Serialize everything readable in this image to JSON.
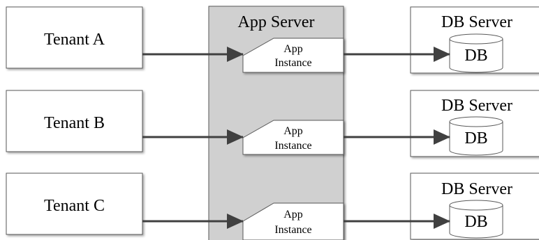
{
  "app_server": {
    "title": "App Server",
    "instances": [
      {
        "line1": "App",
        "line2": "Instance"
      },
      {
        "line1": "App",
        "line2": "Instance"
      },
      {
        "line1": "App",
        "line2": "Instance"
      }
    ]
  },
  "tenants": [
    {
      "label": "Tenant A"
    },
    {
      "label": "Tenant B"
    },
    {
      "label": "Tenant C"
    }
  ],
  "db_servers": [
    {
      "title": "DB Server",
      "db_label": "DB"
    },
    {
      "title": "DB Server",
      "db_label": "DB"
    },
    {
      "title": "DB Server",
      "db_label": "DB"
    }
  ],
  "colors": {
    "app_server_fill": "#d0d0d0",
    "box_fill": "#ffffff",
    "box_stroke": "#595959",
    "arrow": "#404040"
  }
}
